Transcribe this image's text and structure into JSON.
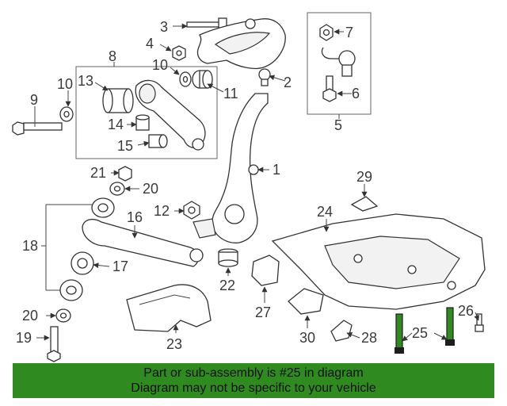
{
  "callouts": {
    "c1": "1",
    "c2": "2",
    "c3": "3",
    "c4": "4",
    "c5": "5",
    "c6": "6",
    "c7": "7",
    "c8": "8",
    "c9": "9",
    "c10a": "10",
    "c10b": "10",
    "c11": "11",
    "c12": "12",
    "c13": "13",
    "c14": "14",
    "c15": "15",
    "c16": "16",
    "c17": "17",
    "c18": "18",
    "c19": "19",
    "c20a": "20",
    "c20b": "20",
    "c21": "21",
    "c22": "22",
    "c23": "23",
    "c24": "24",
    "c25": "25",
    "c26": "26",
    "c27": "27",
    "c28": "28",
    "c29": "29",
    "c30": "30"
  },
  "banner": {
    "line1": "Part or sub-assembly is #25 in diagram",
    "line2": "Diagram may not be specific to your vehicle"
  },
  "colors": {
    "banner_bg": "#2f8a1f",
    "highlight_part": "#2f8a1f"
  }
}
